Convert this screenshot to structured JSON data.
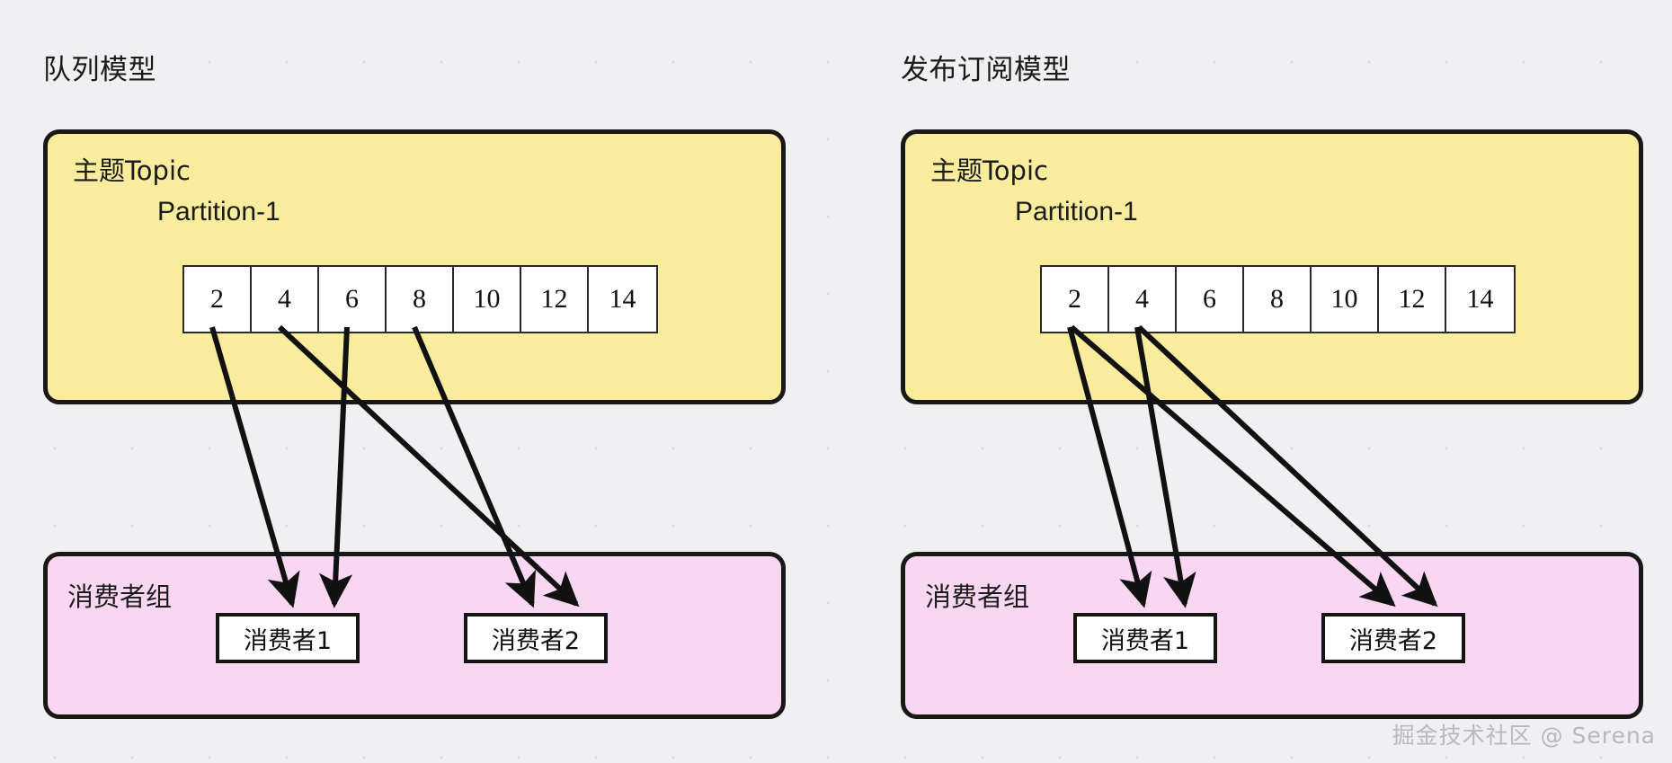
{
  "background": {
    "color": "#f0f0f3",
    "dot_color": "#d8d8de"
  },
  "colors": {
    "topic_fill": "#f9ec9c",
    "group_fill": "#f9d6f1",
    "stroke": "#1a1717",
    "cell_fill": "#ffffff",
    "text": "#1b1b1b",
    "watermark": "#b9b9bd"
  },
  "panels": [
    {
      "id": "queue-model",
      "title": "队列模型",
      "topic": {
        "label": "主题Topic",
        "partition_label": "Partition-1",
        "cells": [
          "2",
          "4",
          "6",
          "8",
          "10",
          "12",
          "14"
        ]
      },
      "consumer_group": {
        "label": "消费者组",
        "consumers": [
          "消费者1",
          "消费者2"
        ]
      },
      "deliveries": [
        {
          "from_cell": "2",
          "to_consumer": "消费者1"
        },
        {
          "from_cell": "4",
          "to_consumer": "消费者2"
        },
        {
          "from_cell": "6",
          "to_consumer": "消费者1"
        },
        {
          "from_cell": "8",
          "to_consumer": "消费者2"
        }
      ]
    },
    {
      "id": "pubsub-model",
      "title": "发布订阅模型",
      "topic": {
        "label": "主题Topic",
        "partition_label": "Partition-1",
        "cells": [
          "2",
          "4",
          "6",
          "8",
          "10",
          "12",
          "14"
        ]
      },
      "consumer_group": {
        "label": "消费者组",
        "consumers": [
          "消费者1",
          "消费者2"
        ]
      },
      "deliveries": [
        {
          "from_cell": "2",
          "to_consumer": "消费者1"
        },
        {
          "from_cell": "2",
          "to_consumer": "消费者2"
        },
        {
          "from_cell": "4",
          "to_consumer": "消费者1"
        },
        {
          "from_cell": "4",
          "to_consumer": "消费者2"
        }
      ]
    }
  ],
  "watermark": "掘金技术社区 @ Serena"
}
